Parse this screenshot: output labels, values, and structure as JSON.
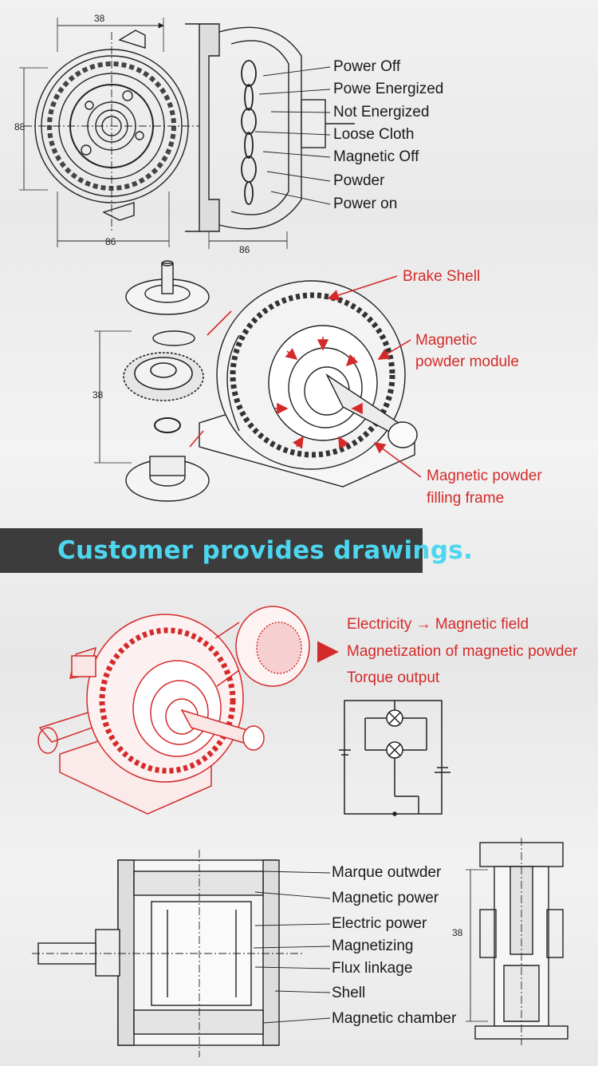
{
  "banner": {
    "text": "Customer provides drawings."
  },
  "section1": {
    "labels": [
      "Power Off",
      "Powe Energized",
      "Not Energized",
      "Loose Cloth",
      "Magnetic Off",
      "Powder",
      "Power on"
    ],
    "dims": {
      "top": "38",
      "left": "88",
      "bottom_left": "86",
      "bottom_right": "86"
    }
  },
  "section2": {
    "labels": [
      "Brake Shell",
      "Magnetic",
      "powder module",
      "Magnetic powder",
      "filling frame"
    ],
    "dims": {
      "left": "38"
    }
  },
  "section3": {
    "labels": [
      "Electricity → Magnetic field",
      "Magnetization of magnetic powder",
      "Torque output"
    ]
  },
  "section4": {
    "labels": [
      "Marque outwder",
      "Magnetic power",
      "Electric power",
      "Magnetizing",
      "Flux linkage",
      "Shell",
      "Magnetic chamber"
    ],
    "dims": {
      "right": "38"
    }
  },
  "colors": {
    "accent_red": "#d42a2a",
    "banner_bg": "#3c3c3c",
    "banner_text": "#4ed6ef"
  }
}
